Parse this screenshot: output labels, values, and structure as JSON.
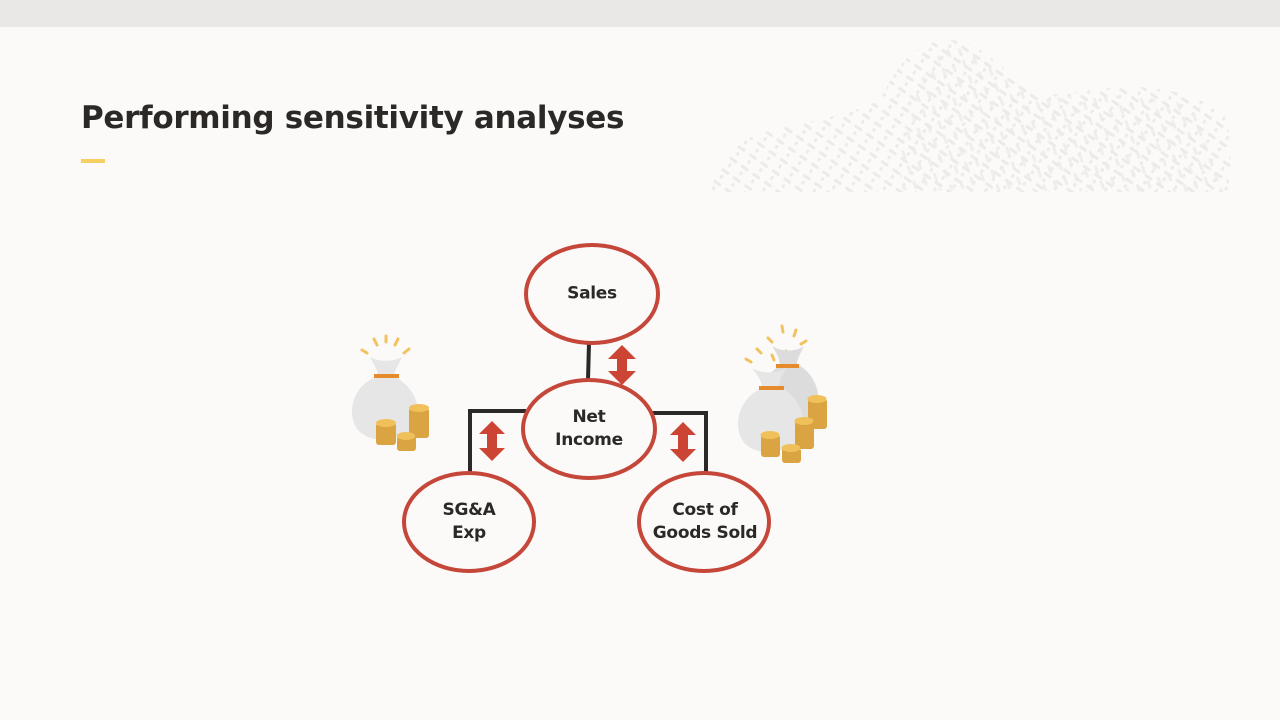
{
  "slide": {
    "title": "Performing sensitivity analyses",
    "accent_color": "#f6cf63",
    "background_color": "#fbfaf8",
    "top_bar_color": "#e9e8e6"
  },
  "diagram": {
    "node_stroke_color": "#c5473a",
    "arrow_color": "#cc4534",
    "connector_color": "#2b2826",
    "nodes": [
      {
        "id": "sales",
        "line1": "Sales",
        "line2": ""
      },
      {
        "id": "net-income",
        "line1": "Net",
        "line2": "Income"
      },
      {
        "id": "sga-exp",
        "line1": "SG&A",
        "line2": "Exp"
      },
      {
        "id": "cogs",
        "line1": "Cost of",
        "line2": "Goods Sold"
      }
    ],
    "arrows": [
      {
        "between": "sales-net-income",
        "icon": "double-arrow-vertical"
      },
      {
        "between": "net-income-sga",
        "icon": "double-arrow-vertical"
      },
      {
        "between": "net-income-cogs",
        "icon": "double-arrow-vertical"
      }
    ],
    "illustrations": [
      {
        "side": "left",
        "icon": "money-bag-with-coins",
        "bags": 1
      },
      {
        "side": "right",
        "icon": "money-bags-with-coins",
        "bags": 2
      }
    ]
  }
}
